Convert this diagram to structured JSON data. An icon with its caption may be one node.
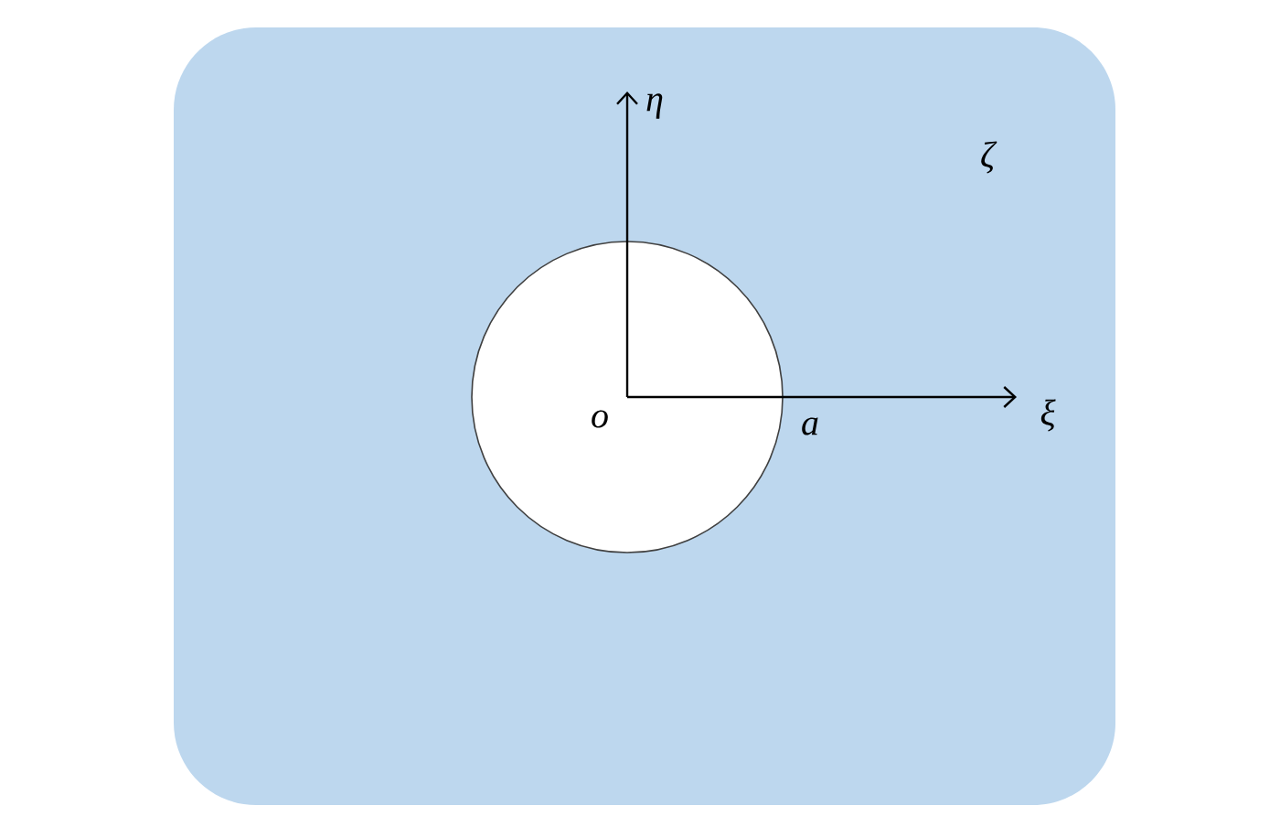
{
  "diagram": {
    "nodes": [
      {
        "text": [
          "ζ"
        ]
      },
      {
        "text": [
          "o"
        ],
        "in": 0
      }
    ],
    "labels": [
      "η",
      "ξ",
      "a"
    ]
  }
}
